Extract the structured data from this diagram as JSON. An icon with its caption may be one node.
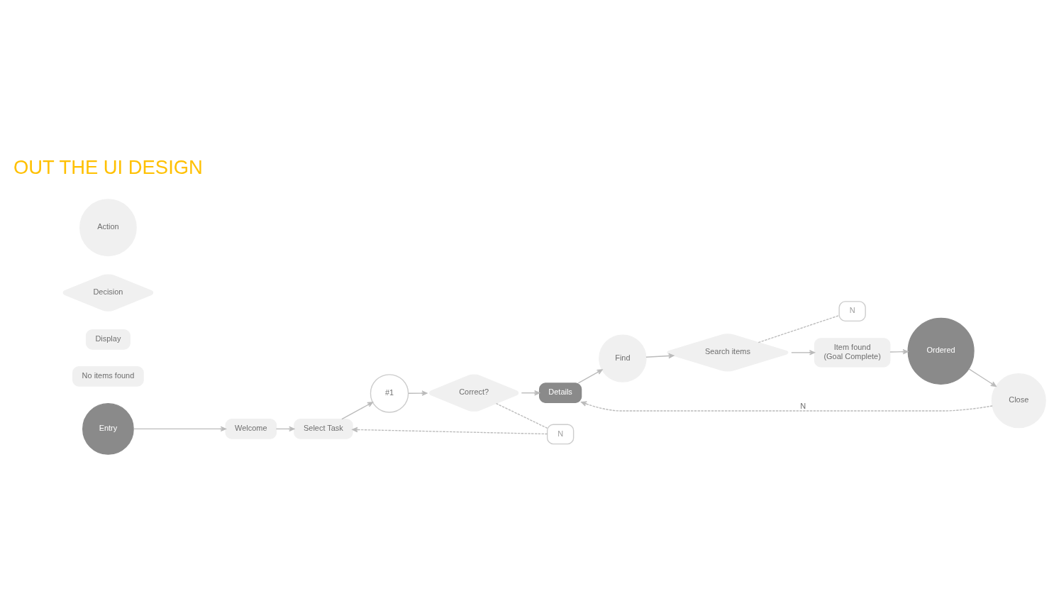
{
  "diagram": {
    "nodes": [
      {
        "text": [
          "Entry"
        ]
      },
      {
        "text": [
          "Welcome"
        ]
      },
      {
        "text": [
          "Select Task"
        ]
      },
      {
        "text": [
          "#1"
        ]
      },
      {
        "text": [
          "Correct?"
        ]
      },
      {
        "text": [
          "Details"
        ]
      },
      {
        "text": [
          "N"
        ]
      },
      {
        "text": [
          "Find"
        ]
      },
      {
        "text": [
          "Search items"
        ]
      },
      {
        "text": [
          "No items found"
        ]
      },
      {
        "text": [
          "N"
        ]
      },
      {
        "text": [
          "Item found",
          "(Goal Complete)"
        ]
      },
      {
        "text": [
          "Ordered"
        ]
      },
      {
        "text": [
          "Close"
        ]
      },
      {
        "text": [
          "Display"
        ]
      },
      {
        "text": [
          "Decision"
        ]
      },
      {
        "text": [
          "Action"
        ]
      }
    ],
    "edges": [
      {
        "from": 0,
        "to": 1,
        "arrow": "to"
      },
      {
        "from": 1,
        "to": 2,
        "arrow": "to"
      },
      {
        "from": 2,
        "to": 3,
        "arrow": "to"
      },
      {
        "from": 3,
        "to": 4,
        "arrow": "to"
      },
      {
        "from": 4,
        "to": 5,
        "arrow": "to"
      },
      {
        "from": 4,
        "to": 6,
        "arrow": "none",
        "style": "dashed"
      },
      {
        "from": 6,
        "to": 2,
        "arrow": "to",
        "style": "dashed"
      },
      {
        "from": 5,
        "to": 7,
        "arrow": "to"
      },
      {
        "from": 7,
        "to": 8,
        "arrow": "to"
      },
      {
        "from": 8,
        "to": 10,
        "arrow": "none",
        "style": "dashed"
      },
      {
        "from": 8,
        "to": 11,
        "arrow": "to"
      },
      {
        "from": 11,
        "to": 12,
        "arrow": "to"
      },
      {
        "from": 12,
        "to": 13,
        "arrow": "to"
      },
      {
        "from": 13,
        "to": 5,
        "arrow": "to",
        "style": "dashed",
        "label": "N"
      }
    ],
    "labels": [
      "OUT THE UI DESIGN"
    ]
  }
}
